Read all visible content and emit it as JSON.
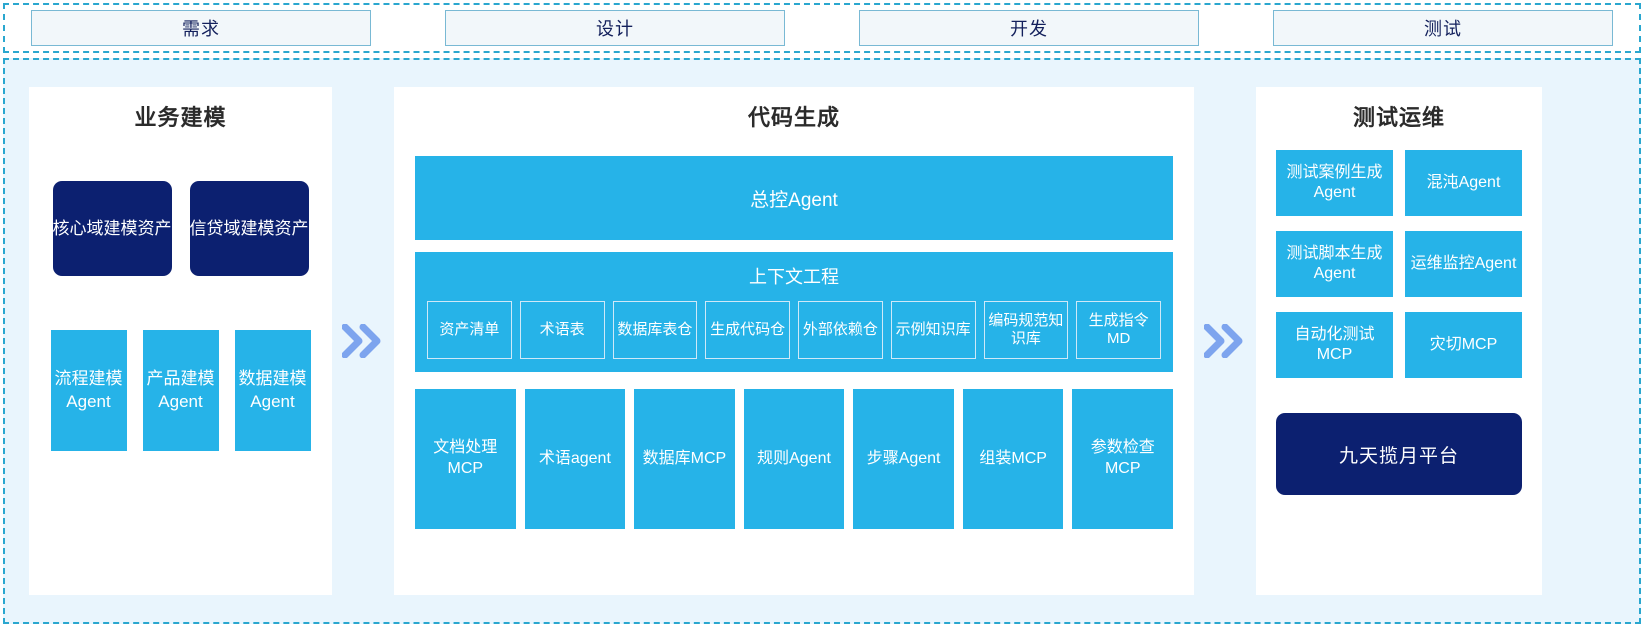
{
  "phases": {
    "tabs": [
      {
        "label": "需求"
      },
      {
        "label": "设计"
      },
      {
        "label": "开发"
      },
      {
        "label": "测试"
      }
    ]
  },
  "colors": {
    "accent_cyan": "#26b3e8",
    "navy": "#0c2070",
    "panel_bg": "#ffffff",
    "region_bg": "#e9f5fd",
    "dash_border": "#2aa7cf",
    "chevron": "#7da4ee",
    "tab_bg": "#f2f7fa",
    "tab_border": "#79b9d4",
    "tab_text": "#13205c"
  },
  "separators": {
    "left_chevron": "chevron-double-right-icon",
    "right_chevron": "chevron-double-right-icon"
  },
  "left_panel": {
    "title": "业务建模",
    "assets": [
      {
        "label": "核心域建模资产"
      },
      {
        "label": "信贷域建模资产"
      }
    ],
    "agents": [
      {
        "label": "流程建模Agent"
      },
      {
        "label": "产品建模Agent"
      },
      {
        "label": "数据建模Agent"
      }
    ]
  },
  "center_panel": {
    "title": "代码生成",
    "master_agent": "总控Agent",
    "context": {
      "title": "上下文工程",
      "items": [
        {
          "label": "资产清单"
        },
        {
          "label": "术语表"
        },
        {
          "label": "数据库表仓"
        },
        {
          "label": "生成代码仓"
        },
        {
          "label": "外部依赖仓"
        },
        {
          "label": "示例知识库"
        },
        {
          "label": "编码规范知识库"
        },
        {
          "label": "生成指令MD"
        }
      ]
    },
    "tools": [
      {
        "label": "文档处理MCP"
      },
      {
        "label": "术语agent"
      },
      {
        "label": "数据库MCP"
      },
      {
        "label": "规则Agent"
      },
      {
        "label": "步骤Agent"
      },
      {
        "label": "组装MCP"
      },
      {
        "label": "参数检查MCP"
      }
    ]
  },
  "right_panel": {
    "title": "测试运维",
    "cells": [
      {
        "label": "测试案例生成Agent"
      },
      {
        "label": "混沌Agent"
      },
      {
        "label": "测试脚本生成Agent"
      },
      {
        "label": "运维监控Agent"
      },
      {
        "label": "自动化测试MCP"
      },
      {
        "label": "灾切MCP"
      }
    ],
    "platform": "九天揽月平台"
  }
}
